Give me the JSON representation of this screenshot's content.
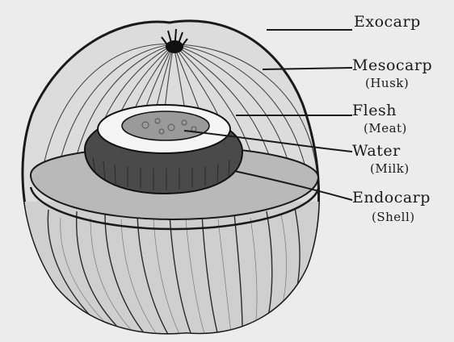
{
  "diagram": {
    "labels": {
      "exocarp": "Exocarp",
      "mesocarp": "Mesocarp",
      "mesocarp_note": "(Husk)",
      "flesh": "Flesh",
      "flesh_note": "(Meat)",
      "water": "Water",
      "water_note": "(Milk)",
      "endocarp": "Endocarp",
      "endocarp_note": "(Shell)"
    },
    "colors": {
      "background": "#ececec",
      "ink": "#1a1a1a",
      "husk": "#d2d2d2",
      "shell": "#4a4a4a",
      "meat": "#f5f5f5",
      "water": "#9a9a9a"
    }
  }
}
